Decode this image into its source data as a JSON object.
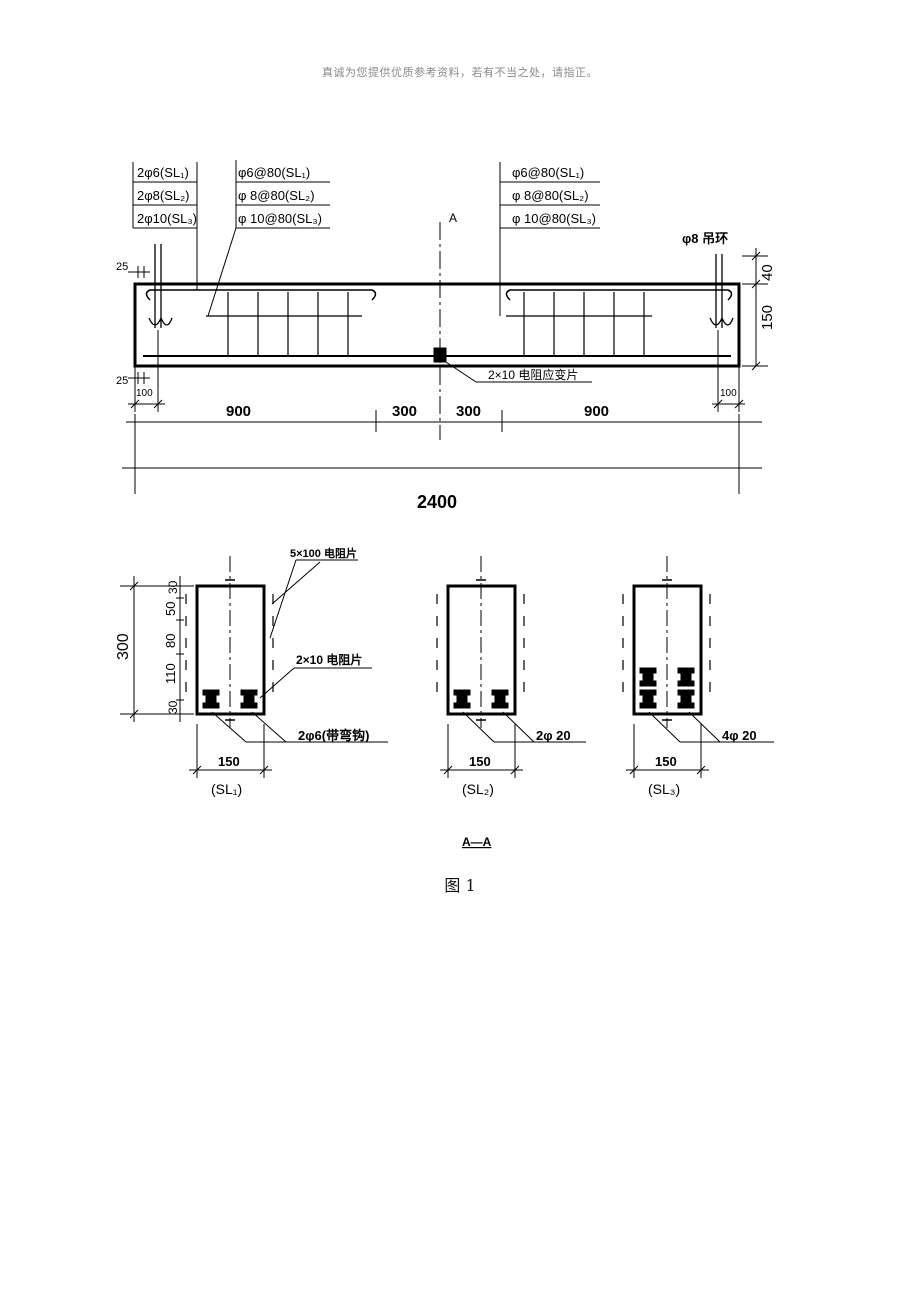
{
  "watermark": "真诚为您提供优质参考资料，若有不当之处，请指正。",
  "elevation": {
    "left_bar_labels": [
      "2φ6(SL₁)",
      "2φ8(SL₂)",
      "2φ10(SL₃)"
    ],
    "left_stirrup_labels": [
      "φ6@80(SL₁)",
      "φ 8@80(SL₂)",
      "φ 10@80(SL₃)"
    ],
    "right_stirrup_labels": [
      "φ6@80(SL₁)",
      "φ  8@80(SL₂)",
      "φ  10@80(SL₃)"
    ],
    "section_mark": "A",
    "lifting_ring": "φ8 吊环",
    "right_dims": [
      "40",
      "150"
    ],
    "left_cover_top": "25",
    "left_cover_bottom": "25",
    "strain_gauge": "2×10 电阻应变片",
    "end_dim_left": "100",
    "end_dim_right": "100",
    "span_dims": [
      "900",
      "300",
      "300",
      "900"
    ],
    "total_length": "2400"
  },
  "sections": {
    "title": "A—A",
    "height_total": "300",
    "height_parts": [
      "30",
      "50",
      "80",
      "110",
      "30"
    ],
    "gauge_label_top": "5×100 电阻片",
    "gauge_label_mid": "2×10 电阻片",
    "items": [
      {
        "width": "150",
        "bars": "2φ6(带弯钩)",
        "name": "(SL₁)"
      },
      {
        "width": "150",
        "bars": "2φ 20",
        "name": "(SL₂)"
      },
      {
        "width": "150",
        "bars": "4φ 20",
        "name": "(SL₃)"
      }
    ]
  },
  "figure_caption": "图 1"
}
